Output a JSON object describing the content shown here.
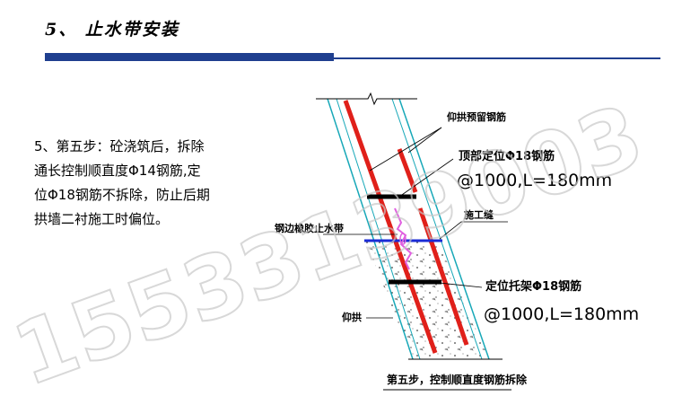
{
  "slide": {
    "title": "5、 止水带安装",
    "body_lines": [
      "5、第五步：砼浇筑后，拆除",
      "通长控制顺直度Φ14钢筋,定",
      "位Φ18钢筋不拆除，防止后期",
      "拱墙二衬施工时偏位。"
    ]
  },
  "diagram": {
    "labels": {
      "invert_reserved_rebar": "仰拱预留钢筋",
      "top_locating_rebar": "顶部定位Φ18钢筋",
      "top_locating_spec": "@1000,L=180mm",
      "rubber_waterstop": "钢边橡胶止水带",
      "construction_joint": "施工缝",
      "locating_bracket_rebar": "定位托架Φ18钢筋",
      "bracket_spec": "@1000,L=180mm",
      "invert": "仰拱",
      "caption": "第五步，控制顺直度钢筋拆除"
    },
    "colors": {
      "rebar": "#e0201a",
      "bar": "#000000",
      "joint": "#1a2bd6",
      "waterstop": "#e060e0",
      "outline": "#18a8b8"
    }
  },
  "watermark": {
    "text": "15533139003"
  }
}
